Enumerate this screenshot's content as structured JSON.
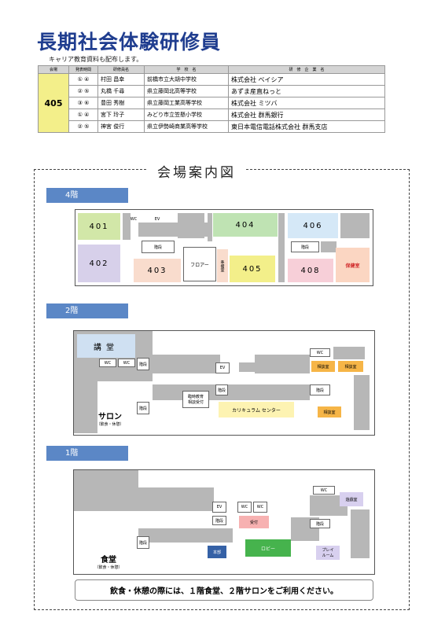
{
  "header": {
    "title": "長期社会体験研修員",
    "subtitle": "キャリア教育資料も配布します。"
  },
  "schedule": {
    "headers": [
      "会場",
      "発表時間",
      "研修員名",
      "学　校　名",
      "研　修　企　業　名"
    ],
    "venue": "405",
    "rows": [
      {
        "t1": "①",
        "t2": "④",
        "name": "村田 昌幸",
        "school": "前橋市立大胡中学校",
        "company": "株式会社 ベイシア"
      },
      {
        "t1": "②",
        "t2": "⑤",
        "name": "丸橋 千尋",
        "school": "県立藤岡北高等学校",
        "company": "あずま産直ねっと"
      },
      {
        "t1": "③",
        "t2": "⑥",
        "name": "豊田 秀樹",
        "school": "県立藤岡工業高等学校",
        "company": "株式会社 ミツバ"
      },
      {
        "t1": "①",
        "t2": "④",
        "name": "宮下 玲子",
        "school": "みどり市立笠懸小学校",
        "company": "株式会社 群馬銀行"
      },
      {
        "t1": "②",
        "t2": "⑤",
        "name": "神宮 俊行",
        "school": "県立伊勢崎商業高等学校",
        "company": "東日本電信電話株式会社 群馬支店"
      }
    ]
  },
  "map": {
    "title": "会場案内図",
    "floor4": {
      "label": "4階",
      "wc": "WC",
      "ev": "EV",
      "stairs": "階段",
      "r401": "401",
      "r402": "402",
      "r403": "403",
      "r404": "404",
      "r405": "405",
      "r406": "406",
      "r408": "408",
      "floor": "フロアー",
      "nurse": "保健室",
      "prep": "準備室"
    },
    "floor2": {
      "label": "2階",
      "hall": "講堂",
      "wc": "WC",
      "ev": "EV",
      "stairs": "階段",
      "salon": "サロン",
      "salon_note": "（飲食・休憩）",
      "consult_desk": "臨時教育\n相談受付",
      "curriculum": "カリキュラム センター",
      "consult": "相談室"
    },
    "floor1": {
      "label": "1階",
      "cafeteria": "食堂",
      "cafe_note": "（飲食・休憩）",
      "wc": "WC",
      "ev": "EV",
      "stairs": "階段",
      "reception": "受付",
      "lobby": "ロビー",
      "bookstore": "本部",
      "playroom": "プレイ\nルーム",
      "playhall": "遊戯室"
    },
    "footer": "飲食・休憩の際には、１階食堂、２階サロンをご利用ください。"
  },
  "colors": {
    "title": "#1f3d8f",
    "floor_label": "#5b87c6",
    "venue": "#f3ef8a",
    "r401": "#d2e7a8",
    "r402": "#d7d0ea",
    "r403": "#f9dccd",
    "r404": "#bfe3b3",
    "r405": "#f3ef8a",
    "r406": "#d5e8f7",
    "r408": "#f7cfd8",
    "nurse": "#fbd6c2",
    "hall": "#cfe0f2",
    "consult": "#f6b547",
    "curriculum": "#fdf3b2",
    "reception": "#f7b1b1",
    "lobby": "#46b34d",
    "bookstore": "#3561a6",
    "playroom": "#d8d0ef"
  }
}
